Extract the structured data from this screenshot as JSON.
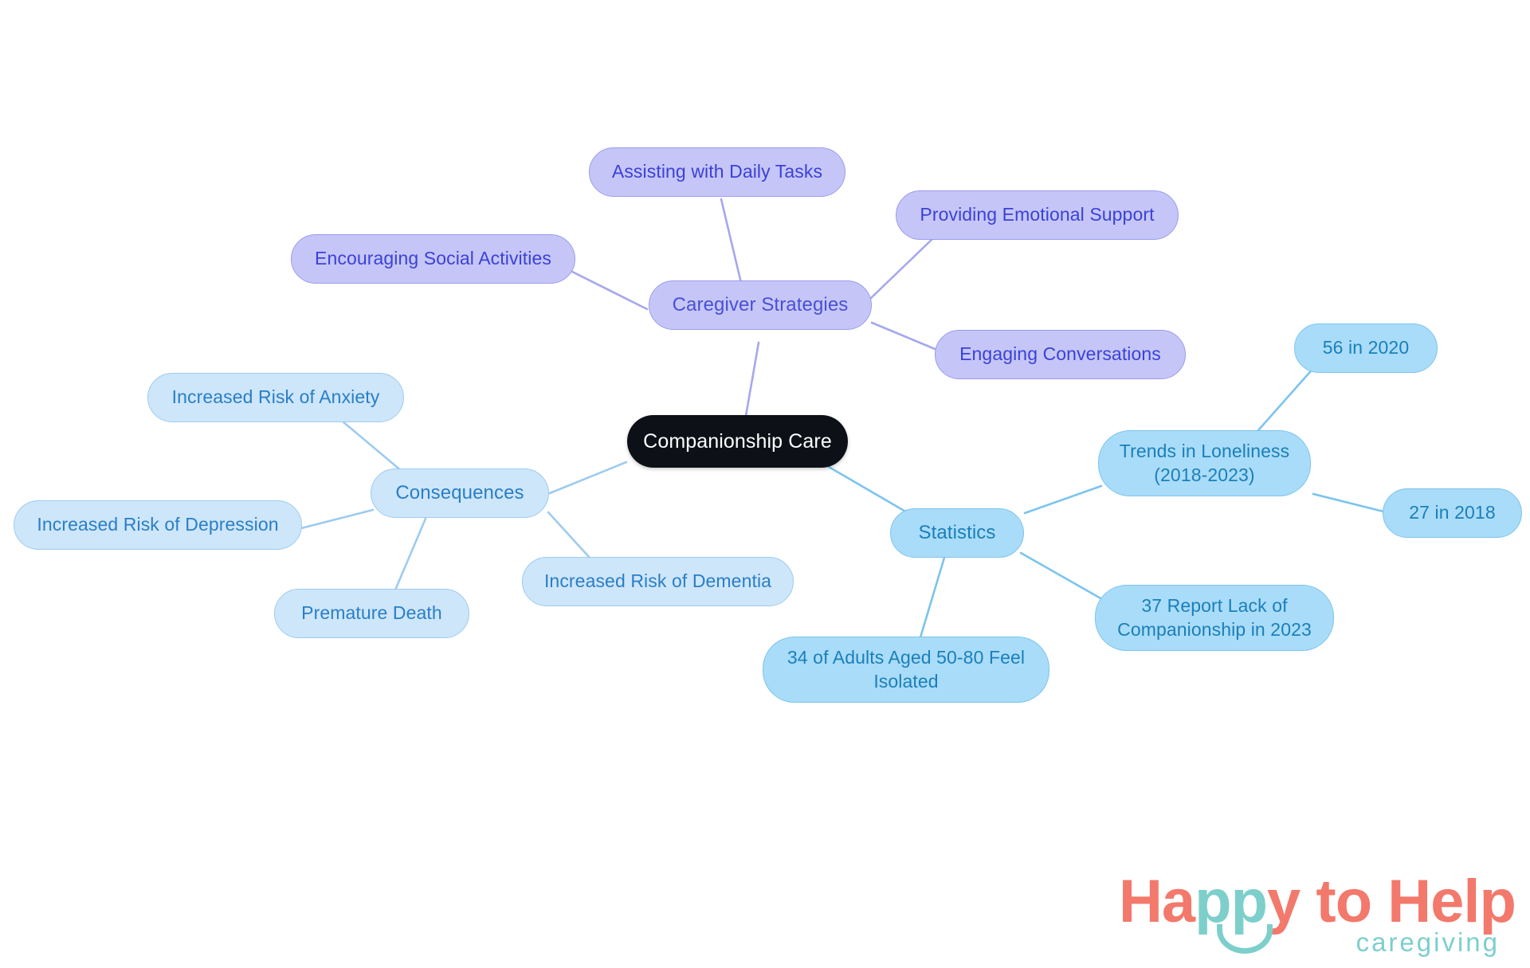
{
  "diagram": {
    "type": "mindmap",
    "title": "Companionship Care",
    "root": {
      "id": "root",
      "label": "Companionship Care",
      "color": "#0d1117",
      "text_color": "#ffffff"
    },
    "branches": [
      {
        "id": "caregiver-strategies",
        "label": "Caregiver Strategies",
        "color": "#c5c6f7",
        "text_color": "#4a4fd6",
        "children": [
          {
            "id": "assisting-with-daily-tasks",
            "label": "Assisting with Daily Tasks"
          },
          {
            "id": "providing-emotional-support",
            "label": "Providing Emotional Support"
          },
          {
            "id": "encouraging-social-activities",
            "label": "Encouraging Social Activities"
          },
          {
            "id": "engaging-conversations",
            "label": "Engaging Conversations"
          }
        ]
      },
      {
        "id": "consequences",
        "label": "Consequences",
        "color": "#cde6fa",
        "text_color": "#2a7ec7",
        "children": [
          {
            "id": "increased-risk-of-anxiety",
            "label": "Increased Risk of Anxiety"
          },
          {
            "id": "increased-risk-of-depression",
            "label": "Increased Risk of Depression"
          },
          {
            "id": "premature-death",
            "label": "Premature Death"
          },
          {
            "id": "increased-risk-of-dementia",
            "label": "Increased Risk of Dementia"
          }
        ]
      },
      {
        "id": "statistics",
        "label": "Statistics",
        "color": "#a9dcf8",
        "text_color": "#1b7fba",
        "children": [
          {
            "id": "trends-in-loneliness",
            "label": "Trends in Loneliness\n(2018-2023)"
          },
          {
            "id": "report-lack-of-companionship",
            "label": "37 Report Lack of\nCompanionship in 2023"
          },
          {
            "id": "adults-aged-50-80-feel-isolated",
            "label": "34 of Adults Aged 50-80 Feel\nIsolated"
          }
        ]
      }
    ],
    "leaves": [
      {
        "id": "56-in-2020",
        "label": "56 in 2020"
      },
      {
        "id": "27-in-2018",
        "label": "27 in 2018"
      }
    ]
  },
  "logo": {
    "word_happy_ha": "Ha",
    "word_happy_pp": "pp",
    "word_happy_y": "y",
    "word_to_help": " to Help",
    "subtitle": "caregiving",
    "coral": "#f2796b",
    "teal": "#7dcfcb"
  }
}
